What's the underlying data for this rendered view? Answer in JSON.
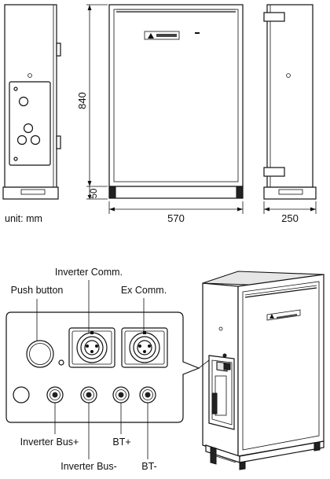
{
  "dimensions": {
    "unit_label": "unit: mm",
    "height": "840",
    "base_height": "50",
    "width": "570",
    "depth": "250"
  },
  "callouts": {
    "push_button": "Push button",
    "inverter_comm": "Inverter Comm.",
    "ex_comm": "Ex Comm.",
    "inverter_bus_plus": "Inverter Bus+",
    "inverter_bus_minus": "Inverter Bus-",
    "bt_plus": "BT+",
    "bt_minus": "BT-"
  }
}
